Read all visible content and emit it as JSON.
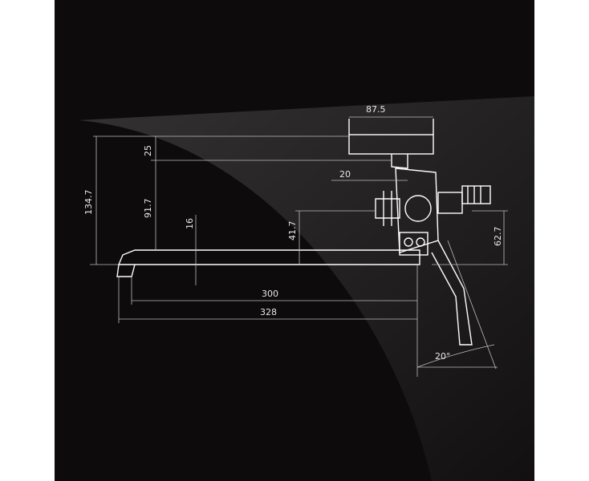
{
  "colors": {
    "background": "#0d0b0c",
    "lines": "#e0e0e0",
    "page": "#ffffff"
  },
  "dimensions": {
    "handle_width": "87.5",
    "handle_height": "25",
    "connector_width": "20",
    "total_height": "134.7",
    "spout_to_top": "91.7",
    "spout_thickness": "16",
    "valve_height": "41.7",
    "right_height": "62.7",
    "spout_length": "300",
    "overall_length": "328",
    "swivel_angle": "20°"
  }
}
